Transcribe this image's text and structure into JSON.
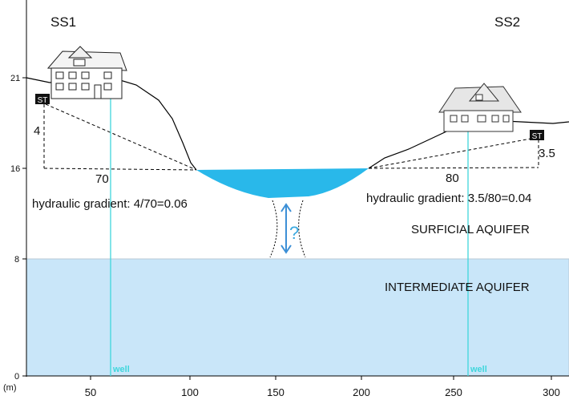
{
  "sites": {
    "left": "SS1",
    "right": "SS2"
  },
  "elevation_ticks": [
    "21",
    "16",
    "8",
    "0"
  ],
  "distance_ticks": [
    "50",
    "100",
    "150",
    "200",
    "250",
    "300"
  ],
  "axis_unit": "(m)",
  "septic_tank_label": "ST",
  "head_drop": {
    "left": "4",
    "right": "3.5"
  },
  "horizontal_distance": {
    "left": "70",
    "right": "80"
  },
  "gradient_text": {
    "left": "hydraulic gradient: 4/70=0.06",
    "right": "hydraulic gradient: 3.5/80=0.04"
  },
  "layers": {
    "surficial": "SURFICIAL AQUIFER",
    "intermediate": "INTERMEDIATE AQUIFER"
  },
  "well_label": "well",
  "exchange_mark": "?",
  "colors": {
    "intermediate_aquifer": "#c9e6f9",
    "lake": "#29b8ea",
    "well": "#3fd6dc",
    "arrow": "#3c8fd6",
    "question": "#3aa9e0"
  }
}
